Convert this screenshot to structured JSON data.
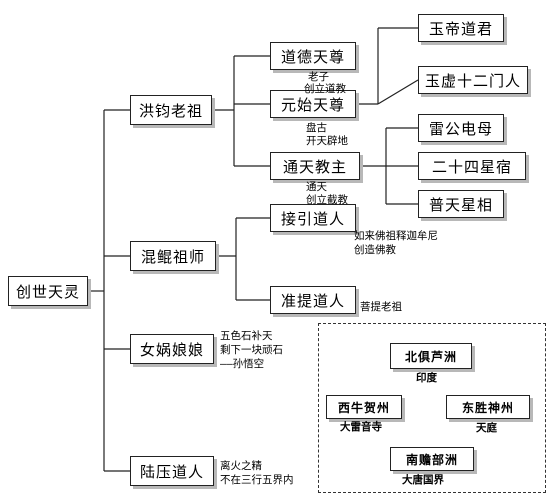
{
  "nodes": {
    "root": "创世天灵",
    "hongjun": "洪钧老祖",
    "hunkun": "混鲲祖师",
    "nuwa": "女娲娘娘",
    "luya": "陆压道人",
    "daode": "道德天尊",
    "yuanshi": "元始天尊",
    "tongtian": "通天教主",
    "jieyin": "接引道人",
    "zhunti": "准提道人",
    "yudi": "玉帝道君",
    "yuxu": "玉虚十二门人",
    "leigong": "雷公电母",
    "ershisi": "二十四星宿",
    "putian": "普天星相"
  },
  "notes": {
    "daode_1": "老子",
    "daode_2": "创立道教",
    "yuanshi_1": "盘古",
    "yuanshi_2": "开天辟地",
    "tongtian_1": "通天",
    "tongtian_2": "创立截教",
    "jieyin_1": "如来佛祖释迦牟尼",
    "jieyin_2": "创造佛教",
    "zhunti_1": "菩提老祖",
    "nuwa_1": "五色石补天",
    "nuwa_2": "剩下一块顽石",
    "nuwa_3": "——孙悟空",
    "luya_1": "离火之精",
    "luya_2": "不在三行五界内"
  },
  "world": {
    "north": "北俱芦洲",
    "north_note": "印度",
    "west": "西牛贺州",
    "west_note": "大雷音寺",
    "east": "东胜神州",
    "east_note": "天庭",
    "south": "南赡部洲",
    "south_note": "大唐国界"
  }
}
